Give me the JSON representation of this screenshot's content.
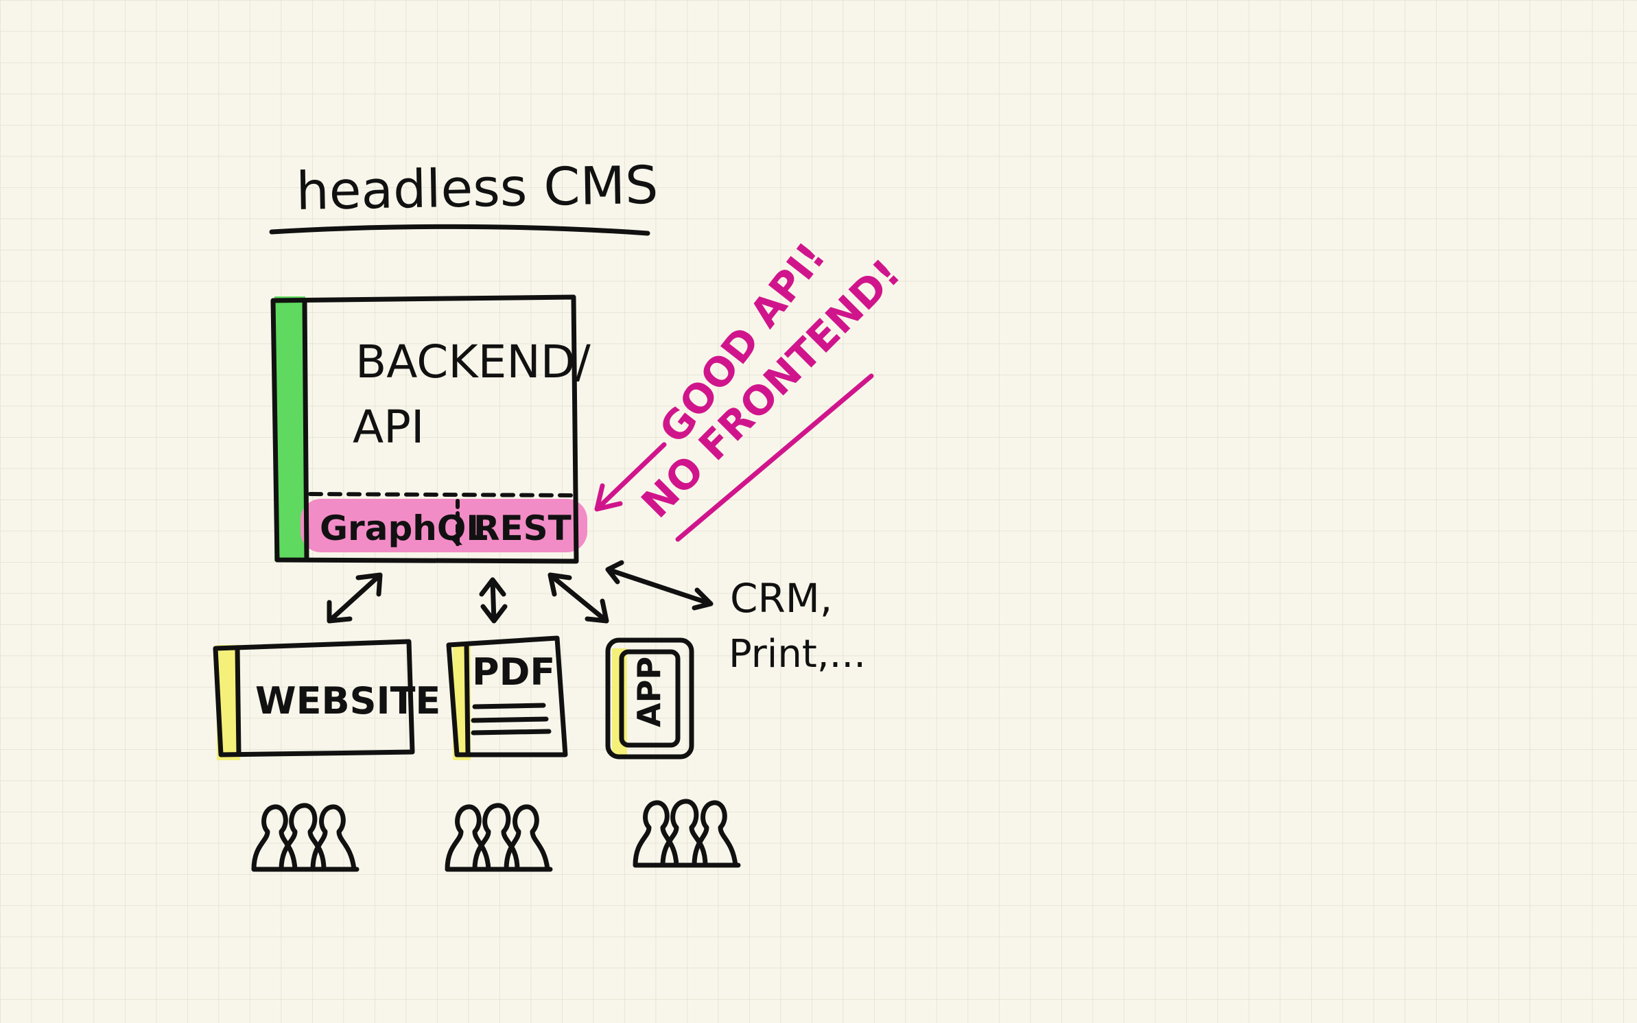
{
  "title": "headless CMS",
  "backend": {
    "label_line1": "BACKEND/",
    "label_line2": "API",
    "api_left": "GraphQL",
    "api_right": "REST"
  },
  "annotation": {
    "line1": "GOOD API!",
    "line2": "NO FRONTEND!"
  },
  "clients": {
    "website": "WEBSITE",
    "pdf": "PDF",
    "app": "APP"
  },
  "other": {
    "line1": "CRM,",
    "line2": "Print,..."
  },
  "colors": {
    "background": "#f8f6ea",
    "grid": "#e2e0d2",
    "ink": "#111111",
    "green": "#5fd95f",
    "yellow": "#f4f07a",
    "pink": "#f28cc6",
    "magenta": "#d0158c"
  }
}
